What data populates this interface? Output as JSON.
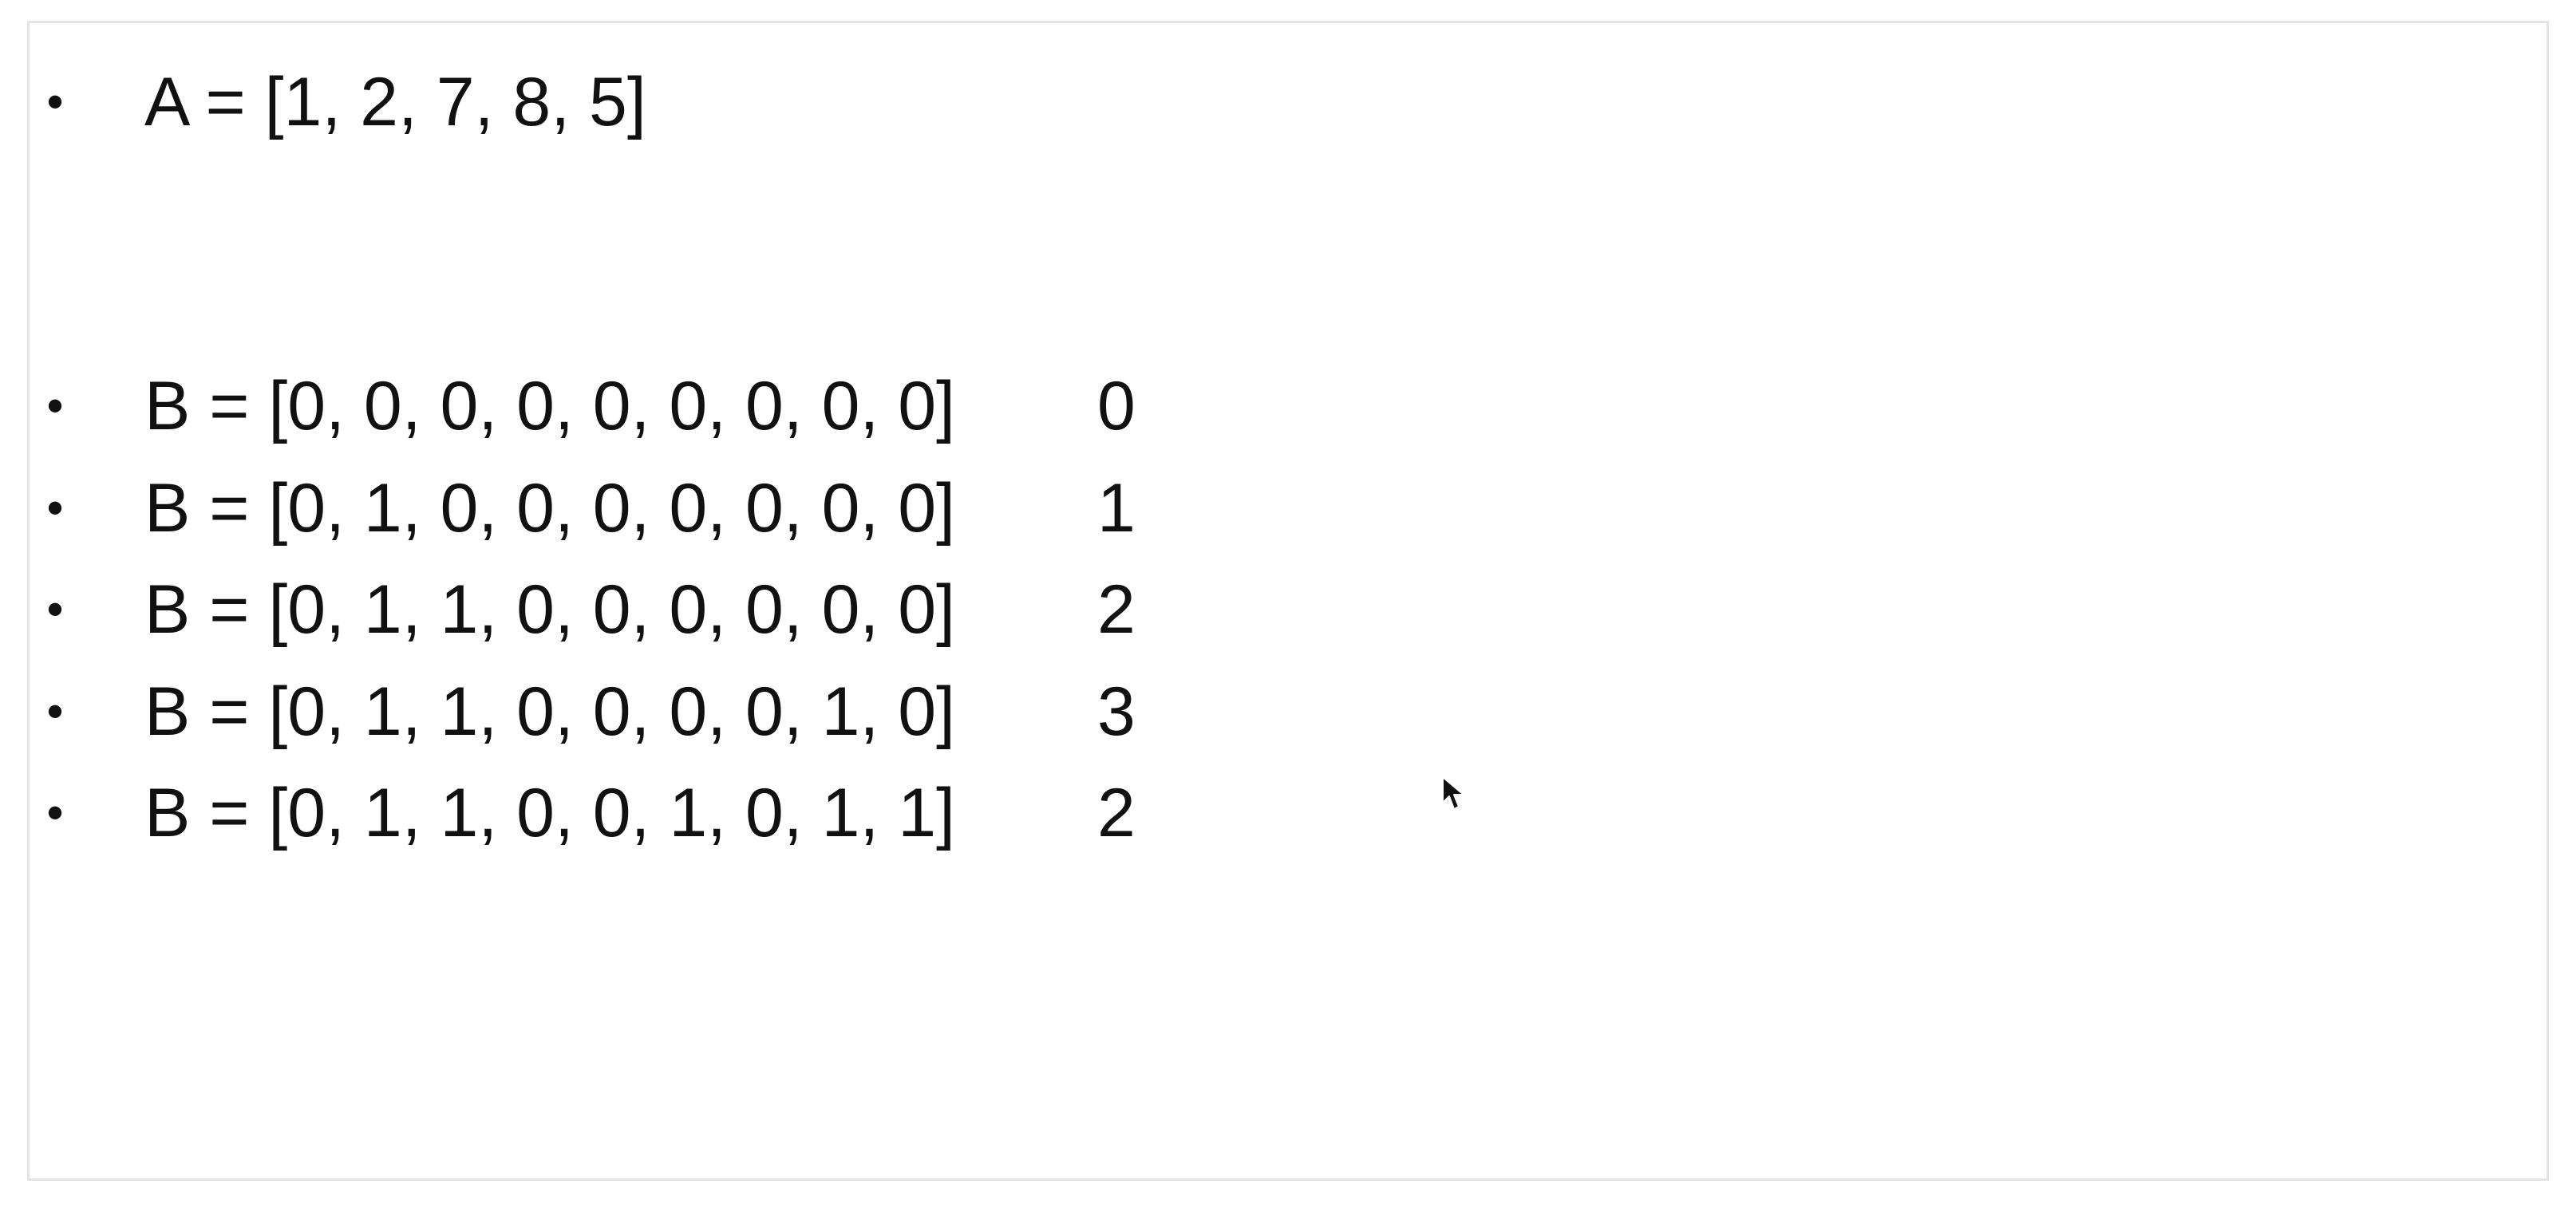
{
  "slide": {
    "lines": [
      {
        "bullet": "•",
        "expr": "A = [1, 2, 7, 8, 5]",
        "count": ""
      },
      {
        "bullet": "•",
        "expr": "B = [0, 0, 0, 0, 0, 0, 0, 0, 0]",
        "count": "0"
      },
      {
        "bullet": "•",
        "expr": "B = [0, 1, 0, 0, 0, 0, 0, 0, 0]",
        "count": "1"
      },
      {
        "bullet": "•",
        "expr": "B = [0, 1, 1, 0, 0, 0, 0, 0, 0]",
        "count": "2"
      },
      {
        "bullet": "•",
        "expr": "B = [0, 1, 1, 0, 0, 0, 0, 1, 0]",
        "count": "3"
      },
      {
        "bullet": "•",
        "expr": "B = [0, 1, 1, 0, 0, 1, 0, 1, 1]",
        "count": "2"
      }
    ]
  },
  "cursor": {
    "icon": "mouse-pointer-icon"
  }
}
